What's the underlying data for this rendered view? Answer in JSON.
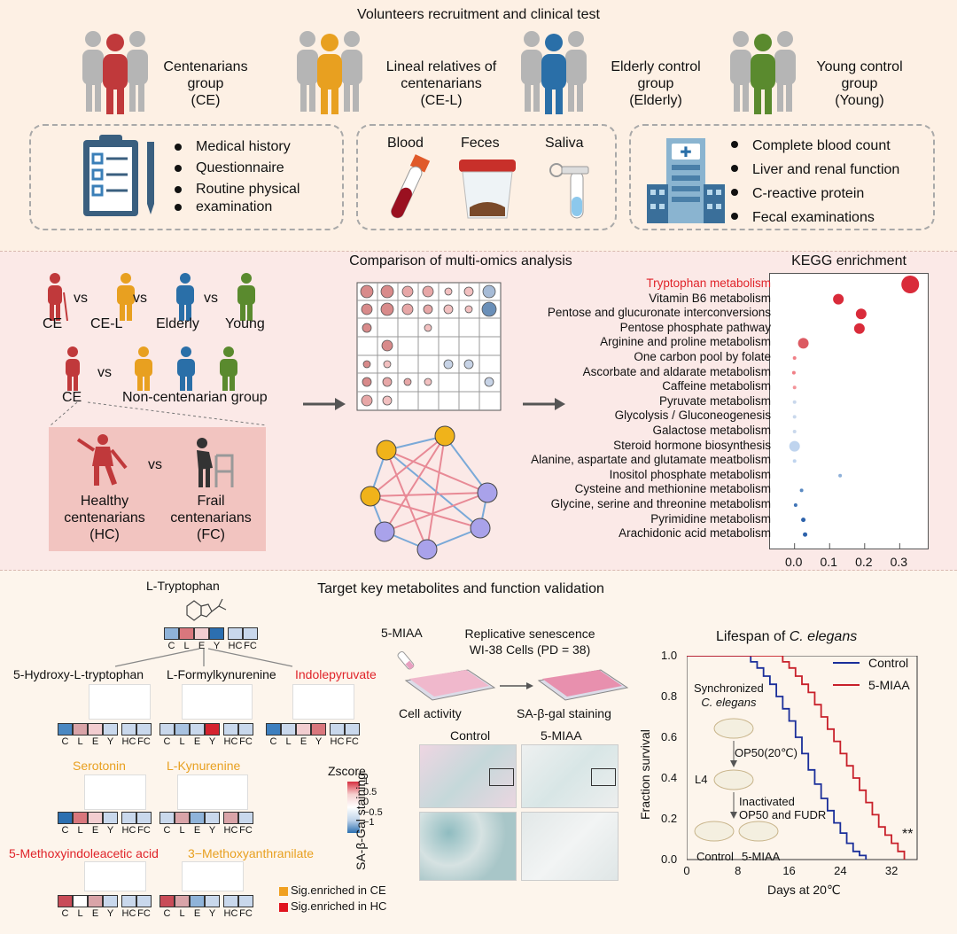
{
  "panel1": {
    "title": "Volunteers recruitment and clinical test",
    "groups": [
      {
        "line1": "Centenarians",
        "line2": "group",
        "line3": "(CE)",
        "color": "#c0393b"
      },
      {
        "line1": "Lineal relatives of",
        "line2": "centenarians",
        "line3": "(CE-L)",
        "color": "#e8a020"
      },
      {
        "line1": "Elderly control",
        "line2": "group",
        "line3": "(Elderly)",
        "color": "#2a6fa8"
      },
      {
        "line1": "Young control",
        "line2": "group",
        "line3": "(Young)",
        "color": "#5a8a2e"
      }
    ],
    "box1": [
      "Medical history",
      "Questionnaire",
      "Routine physical",
      "examination"
    ],
    "samples": [
      "Blood",
      "Feces",
      "Saliva"
    ],
    "box3": [
      "Complete blood count",
      "Liver and renal function",
      "C-reactive protein",
      "Fecal examinations"
    ]
  },
  "panel2": {
    "title": "Comparison of multi-omics analysis",
    "row1": {
      "a": "CE",
      "b": "CE-L",
      "c": "Elderly",
      "d": "Young",
      "vs": "vs"
    },
    "row2": {
      "a": "CE",
      "b": "Non-centenarian group",
      "vs": "vs"
    },
    "hc": {
      "l1": "Healthy",
      "l2": "centenarians",
      "l3": "(HC)"
    },
    "fc": {
      "l1": "Frail",
      "l2": "centenarians",
      "l3": "(FC)"
    },
    "vs": "vs"
  },
  "chart_data": {
    "type": "scatter",
    "title": "KEGG enrichment",
    "xlim": [
      -0.07,
      0.38
    ],
    "xticks": [
      "0.0",
      "0.1",
      "0.2",
      "0.3"
    ],
    "categories": [
      "Tryptophan metabolism",
      "Vitamin B6 metabolism",
      "Pentose and glucuronate interconversions",
      "Pentose phosphate pathway",
      "Arginine and proline metabolism",
      "One carbon pool by folate",
      "Ascorbate and aldarate metabolism",
      "Caffeine metabolism",
      "Pyruvate metabolism",
      "Glycolysis / Gluconeogenesis",
      "Galactose metabolism",
      "Steroid hormone biosynthesis",
      "Alanine, aspartate and glutamate meatbolism",
      "Inositol phosphate metabolism",
      "Cysteine and methionine metabolism",
      "Glycine, serine and threonine metabolism",
      "Pyrimidine metabolism",
      "Arachidonic acid metabolism"
    ],
    "values": [
      0.33,
      0.125,
      0.19,
      0.185,
      0.025,
      0.0,
      -0.002,
      0.0,
      0.0,
      0.0,
      0.0,
      0.0,
      0.0,
      0.13,
      0.02,
      0.003,
      0.025,
      0.03
    ],
    "sizes": [
      10,
      6,
      6,
      6,
      6,
      2,
      2,
      2,
      2,
      2,
      2,
      6,
      2,
      2,
      2,
      2,
      2.5,
      2.5
    ],
    "colors": [
      "#d92b3a",
      "#d92b3a",
      "#d92b3a",
      "#d92b3a",
      "#dc5a62",
      "#f07f86",
      "#f07f86",
      "#f3949a",
      "#c9d8ec",
      "#c9d8ec",
      "#c9d8ec",
      "#bfd4ee",
      "#bfd4ee",
      "#8fb1d9",
      "#5a8ac2",
      "#3f74b6",
      "#2d62ab",
      "#2d62ab"
    ]
  },
  "panel3": {
    "title": "Target key metabolites and function validation",
    "trp": "L-Tryptophan",
    "cols": [
      "C",
      "L",
      "E",
      "Y",
      "HC",
      "FC"
    ],
    "m1": "5-Hydroxy-L-tryptophan",
    "m2": "L-Formylkynurenine",
    "m3": "Indolepyruvate",
    "m4": "Serotonin",
    "m5": "L-Kynurenine",
    "m6": "5-Methoxyindoleacetic acid",
    "m7": "3−Methoxyanthranilate",
    "zscore": {
      "title": "Zscore",
      "ticks": [
        "1",
        "0.5",
        "0",
        "−0.5",
        "−1"
      ]
    },
    "legend": [
      {
        "text": "Sig.enriched in CE",
        "color": "#f0a020"
      },
      {
        "text": "Sig.enriched in HC",
        "color": "#e0141e"
      }
    ],
    "miaa": "5-MIAA",
    "rs1": "Replicative senescence",
    "rs2": "WI-38 Cells (PD = 38)",
    "cellact": "Cell activity",
    "sabgal": "SA-β-gal staining",
    "micro": {
      "c1": "Control",
      "c2": "5-MIAA",
      "side": "SA-β-Gal staining"
    },
    "lifespan": {
      "title": "Lifespan of ",
      "title_it": "C. elegans",
      "ylabel": "Fraction survival",
      "xlabel": "Days at 20℃",
      "yticks": [
        "0.0",
        "0.2",
        "0.4",
        "0.6",
        "0.8",
        "1.0"
      ],
      "xticks": [
        "0",
        "8",
        "16",
        "24",
        "32"
      ],
      "legend": [
        "Control",
        "5-MIAA"
      ],
      "sync1": "Synchronized",
      "sync2": "C. elegans",
      "op50": "OP50(20℃)",
      "l4": "L4",
      "inact1": "Inactivated",
      "inact2": "OP50 and FUDR",
      "dish1": "Control",
      "dish2": "5-MIAA",
      "sig": "**"
    }
  }
}
